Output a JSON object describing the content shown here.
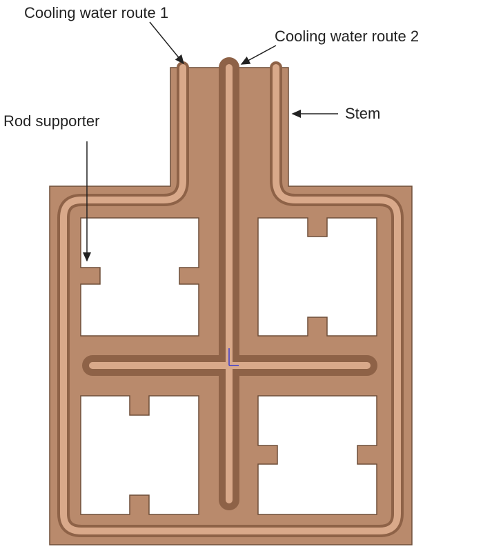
{
  "labels": {
    "cooling_route_1": "Cooling water route 1",
    "cooling_route_2": "Cooling water route 2",
    "rod_supporter": "Rod supporter",
    "stem": "Stem"
  },
  "colors": {
    "body": "#B98A6C",
    "body_edge": "#6E4E39",
    "channel": "#D9A98A",
    "channel_dark": "#8E6247",
    "window": "#FFFFFF",
    "text": "#222222",
    "axis_mark": "#3A3AD0"
  }
}
